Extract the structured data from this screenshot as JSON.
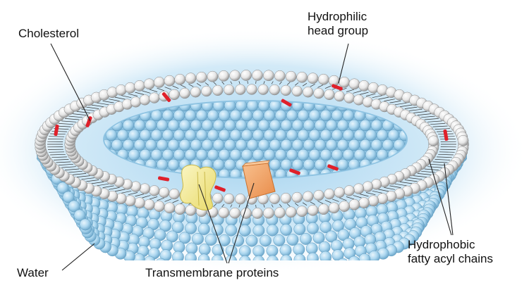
{
  "labels": {
    "cholesterol": "Cholesterol",
    "hydrophilic_line1": "Hydrophilic",
    "hydrophilic_line2": "head group",
    "hydrophobic_line1": "Hydrophobic",
    "hydrophobic_line2": "fatty acyl chains",
    "water": "Water",
    "transmembrane": "Transmembrane proteins"
  },
  "colors": {
    "water_glow": "#9fd0ee",
    "inner_sphere": "#a9d6ef",
    "head_group": "#f4f4f4",
    "cholesterol": "#e0202a",
    "protein_yellow": "#f6ec92",
    "protein_orange": "#f4a868"
  }
}
